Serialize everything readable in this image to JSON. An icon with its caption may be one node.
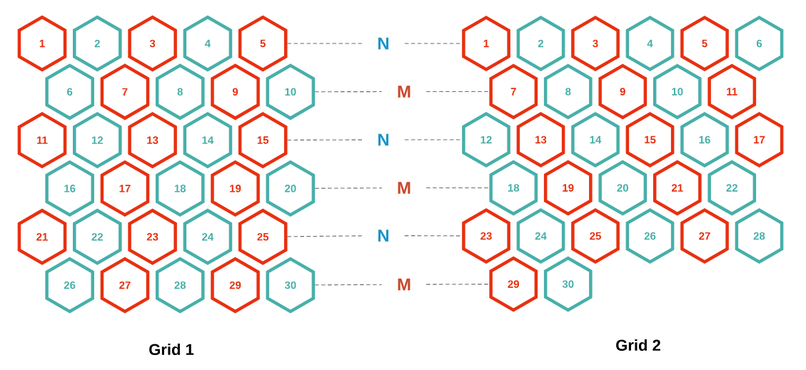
{
  "diagram": {
    "nodes": [
      {
        "text": [
          "1"
        ]
      },
      {
        "text": [
          "2"
        ]
      },
      {
        "text": [
          "3"
        ]
      },
      {
        "text": [
          "4"
        ]
      },
      {
        "text": [
          "5"
        ]
      },
      {
        "text": [
          "6"
        ]
      },
      {
        "text": [
          "7"
        ]
      },
      {
        "text": [
          "8"
        ]
      },
      {
        "text": [
          "9"
        ]
      },
      {
        "text": [
          "10"
        ]
      },
      {
        "text": [
          "11"
        ]
      },
      {
        "text": [
          "12"
        ]
      },
      {
        "text": [
          "13"
        ]
      },
      {
        "text": [
          "14"
        ]
      },
      {
        "text": [
          "15"
        ]
      },
      {
        "text": [
          "16"
        ]
      },
      {
        "text": [
          "17"
        ]
      },
      {
        "text": [
          "18"
        ]
      },
      {
        "text": [
          "19"
        ]
      },
      {
        "text": [
          "20"
        ]
      },
      {
        "text": [
          "21"
        ]
      },
      {
        "text": [
          "22"
        ]
      },
      {
        "text": [
          "23"
        ]
      },
      {
        "text": [
          "24"
        ]
      },
      {
        "text": [
          "25"
        ]
      },
      {
        "text": [
          "26"
        ]
      },
      {
        "text": [
          "27"
        ]
      },
      {
        "text": [
          "28"
        ]
      },
      {
        "text": [
          "29"
        ]
      },
      {
        "text": [
          "30"
        ]
      },
      {
        "text": [
          "N"
        ]
      },
      {
        "text": [
          "M"
        ]
      },
      {
        "text": [
          "N"
        ]
      },
      {
        "text": [
          "M"
        ]
      },
      {
        "text": [
          "N"
        ]
      },
      {
        "text": [
          "M"
        ]
      },
      {
        "text": [
          "1"
        ]
      },
      {
        "text": [
          "2"
        ]
      },
      {
        "text": [
          "3"
        ]
      },
      {
        "text": [
          "4"
        ]
      },
      {
        "text": [
          "5"
        ]
      },
      {
        "text": [
          "6"
        ]
      },
      {
        "text": [
          "7"
        ]
      },
      {
        "text": [
          "8"
        ]
      },
      {
        "text": [
          "9"
        ]
      },
      {
        "text": [
          "10"
        ]
      },
      {
        "text": [
          "11"
        ]
      },
      {
        "text": [
          "12"
        ]
      },
      {
        "text": [
          "13"
        ]
      },
      {
        "text": [
          "14"
        ]
      },
      {
        "text": [
          "15"
        ]
      },
      {
        "text": [
          "16"
        ]
      },
      {
        "text": [
          "17"
        ]
      },
      {
        "text": [
          "18"
        ]
      },
      {
        "text": [
          "19"
        ]
      },
      {
        "text": [
          "20"
        ]
      },
      {
        "text": [
          "21"
        ]
      },
      {
        "text": [
          "22"
        ]
      },
      {
        "text": [
          "23"
        ]
      },
      {
        "text": [
          "24"
        ]
      },
      {
        "text": [
          "25"
        ]
      },
      {
        "text": [
          "26"
        ]
      },
      {
        "text": [
          "27"
        ]
      },
      {
        "text": [
          "28"
        ]
      },
      {
        "text": [
          "29"
        ]
      },
      {
        "text": [
          "30"
        ]
      }
    ],
    "edges": [
      {
        "from": 4,
        "to": 30,
        "arrow": "none",
        "style": "dashed"
      },
      {
        "from": 30,
        "to": 36,
        "arrow": "none",
        "style": "dashed"
      },
      {
        "from": 9,
        "to": 31,
        "arrow": "none",
        "style": "dashed"
      },
      {
        "from": 31,
        "to": 42,
        "arrow": "none",
        "style": "dashed"
      },
      {
        "from": 14,
        "to": 32,
        "arrow": "none",
        "style": "dashed"
      },
      {
        "from": 32,
        "to": 47,
        "arrow": "none",
        "style": "dashed"
      },
      {
        "from": 19,
        "to": 33,
        "arrow": "none",
        "style": "dashed"
      },
      {
        "from": 33,
        "to": 53,
        "arrow": "none",
        "style": "dashed"
      },
      {
        "from": 24,
        "to": 34,
        "arrow": "none",
        "style": "dashed"
      },
      {
        "from": 34,
        "to": 58,
        "arrow": "none",
        "style": "dashed"
      },
      {
        "from": 29,
        "to": 35,
        "arrow": "none",
        "style": "dashed"
      },
      {
        "from": 35,
        "to": 64,
        "arrow": "none",
        "style": "dashed"
      }
    ],
    "labels": [
      "Grid 1",
      "Grid 2"
    ]
  }
}
